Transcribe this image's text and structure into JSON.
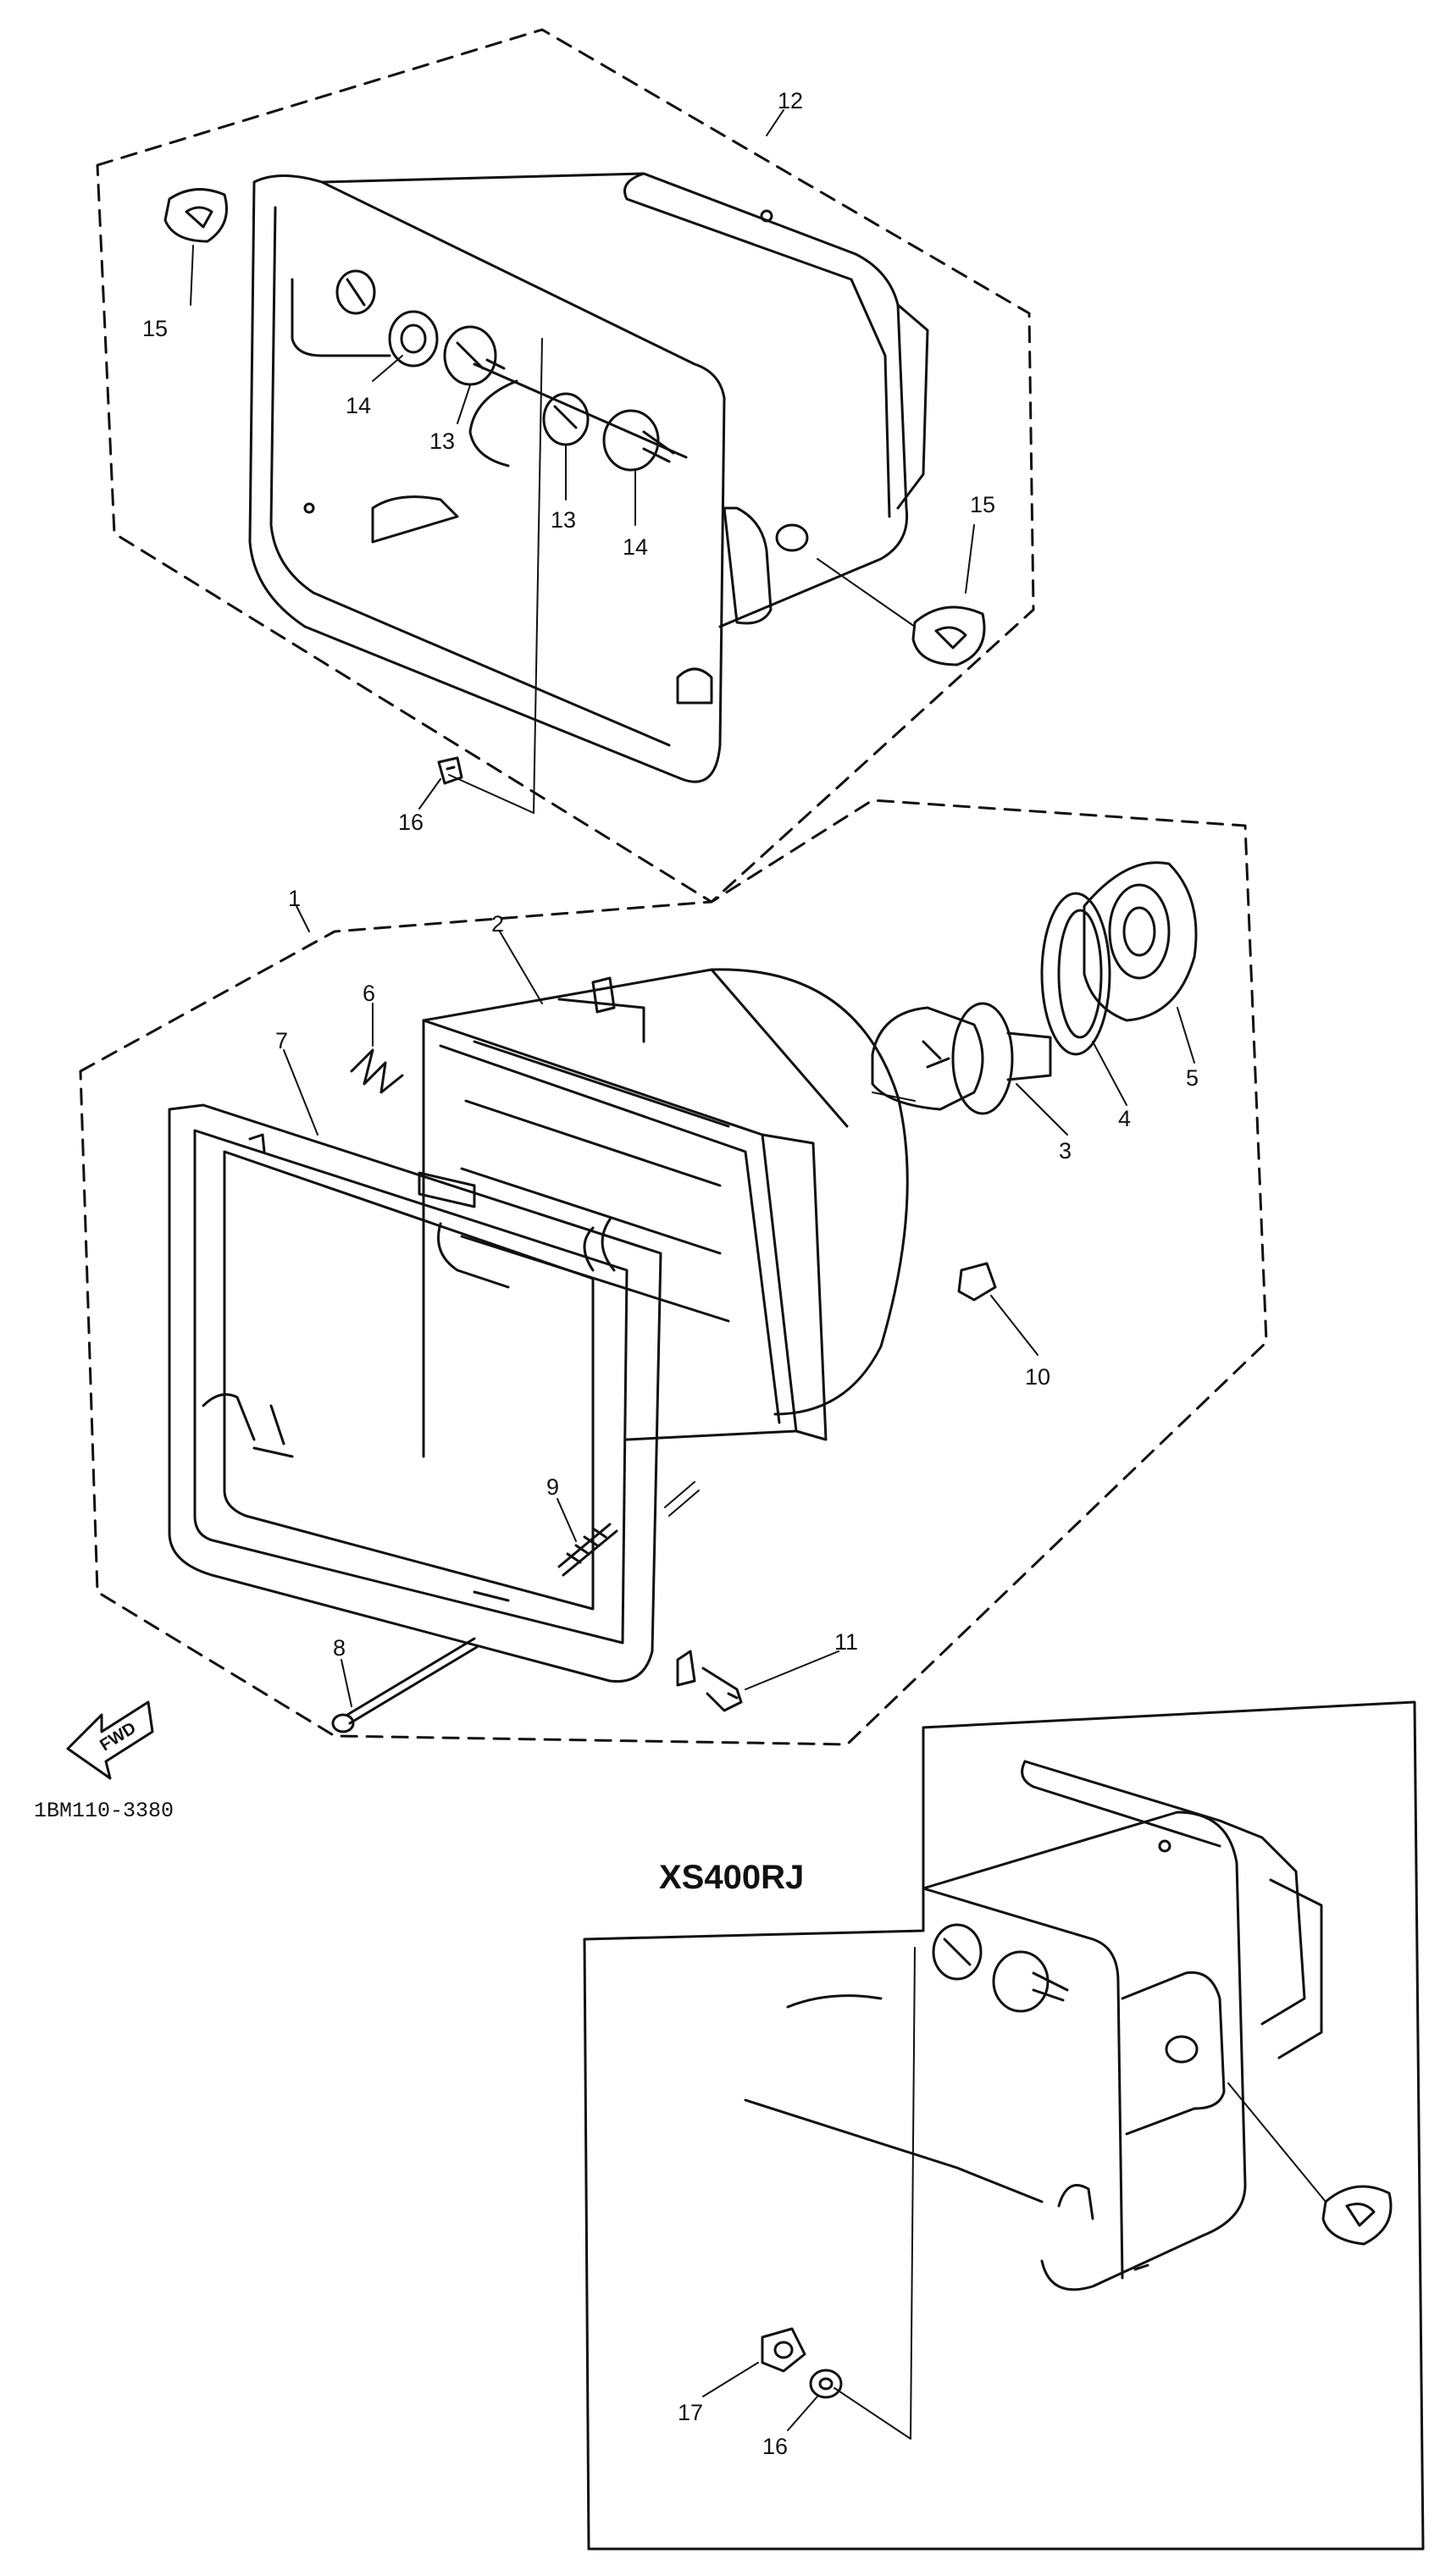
{
  "diagram": {
    "callouts": {
      "p1": "1",
      "p2": "2",
      "p3": "3",
      "p4": "4",
      "p5": "5",
      "p6": "6",
      "p7": "7",
      "p8": "8",
      "p9": "9",
      "p10": "10",
      "p11": "11",
      "p12": "12",
      "p13a": "13",
      "p13b": "13",
      "p14a": "14",
      "p14b": "14",
      "p15a": "15",
      "p15b": "15",
      "p16a": "16",
      "p16b": "16",
      "p17": "17"
    },
    "fwd_label": "FWD",
    "drawing_code": "1BM110-3380",
    "variant_label": "XS400RJ",
    "line_color": "#111111"
  }
}
